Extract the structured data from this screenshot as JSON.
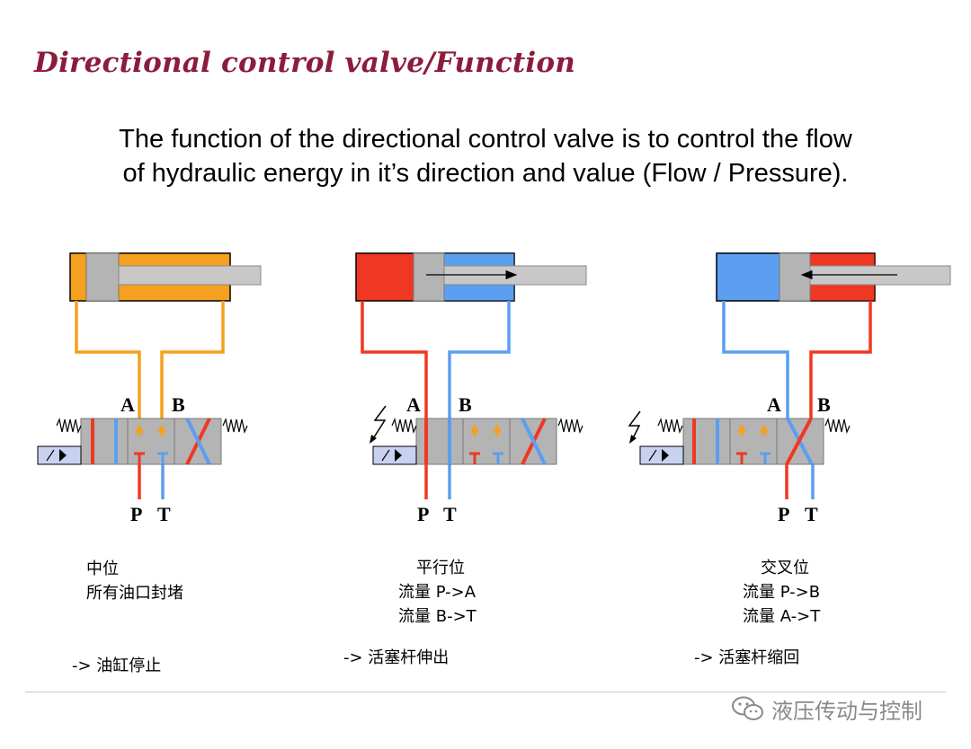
{
  "title": "Directional control valve/Function",
  "description": {
    "line1": "The function of the directional control valve is to control the flow",
    "line2": "of hydraulic energy in it’s direction and value (Flow / Pressure)."
  },
  "colors": {
    "orange": "#f5a01e",
    "red": "#ef3823",
    "blue": "#5c9ef0",
    "gray": "#b4b4b4",
    "light_blue": "#c8d2f0",
    "title_color": "#8c1c3c"
  },
  "icons": [
    "spring-icon",
    "solenoid-icon",
    "lightning-icon",
    "wechat-logo-icon"
  ],
  "diagrams": [
    {
      "id": "center",
      "ports": {
        "a": "A",
        "b": "B",
        "p": "P",
        "t": "T"
      },
      "caption": {
        "heading": "中位",
        "line1": "所有油口封堵",
        "line2": ""
      },
      "result": "-> 油缸停止"
    },
    {
      "id": "parallel",
      "ports": {
        "a": "A",
        "b": "B",
        "p": "P",
        "t": "T"
      },
      "caption": {
        "heading": "平行位",
        "line1": "流量  P->A",
        "line2": "流量  B->T"
      },
      "result": "-> 活塞杆伸出"
    },
    {
      "id": "cross",
      "ports": {
        "a": "A",
        "b": "B",
        "p": "P",
        "t": "T"
      },
      "caption": {
        "heading": "交叉位",
        "line1": "流量  P->B",
        "line2": "流量  A->T"
      },
      "result": "-> 活塞杆缩回"
    }
  ],
  "watermark": "液压传动与控制"
}
